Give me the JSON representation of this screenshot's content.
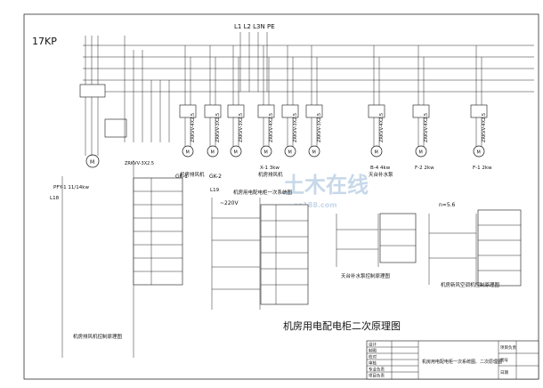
{
  "sheet": {
    "code": "17KP",
    "bus_label": "L1 L2 L3N PE",
    "main_title": "机房用电配电柜二次原理图"
  },
  "feeders": [
    {
      "cable": "ZRKVV-4X2.5",
      "name": "机房排风机",
      "power": ""
    },
    {
      "cable": "ZRKVV-3X2.5",
      "name": "",
      "power": ""
    },
    {
      "cable": "ZRKVV-3X2.5",
      "name": "",
      "power": ""
    },
    {
      "cable": "ZRKVV-4X2.5",
      "name": "机房排风机",
      "power": "X-1  3kw"
    },
    {
      "cable": "ZRKVV-3X2.5",
      "name": "",
      "power": ""
    },
    {
      "cable": "ZRKVV-3X2.5",
      "name": "",
      "power": ""
    },
    {
      "cable": "ZRKVV-4X2.5",
      "name": "天台补水泵",
      "power": "B-4  4kw"
    },
    {
      "cable": "ZRKVV-4X2.5",
      "name": "",
      "power": "F-2  2kw"
    },
    {
      "cable": "ZRKVV-4X2.5",
      "name": "",
      "power": "F-1  2kw"
    }
  ],
  "tags": {
    "gk1": "GK-1",
    "gk2": "GK-2",
    "pfy": "PFY-1 11/14kw",
    "l18": "L18",
    "v220": "~220V",
    "l19": "L19",
    "n56": "n=5.6"
  },
  "captions": {
    "fan_ctrl": "机房排风机控制原理图",
    "mid_ctrl": "机房用电配电柜一次系统图",
    "pump_ctrl": "天台补水泵控制原理图",
    "ac_ctrl": "机房新风空调机控制原理图"
  },
  "watermark": {
    "text": "土木在线",
    "sub": "co188.com"
  },
  "title_block": {
    "drawing_name": "机房用电配电柜一次系统图、二次原理图",
    "labels": [
      "设计",
      "制图",
      "校对",
      "审核",
      "专业负责",
      "项目负责"
    ],
    "right_labels": [
      "项目负责",
      "图号",
      "日期"
    ]
  }
}
